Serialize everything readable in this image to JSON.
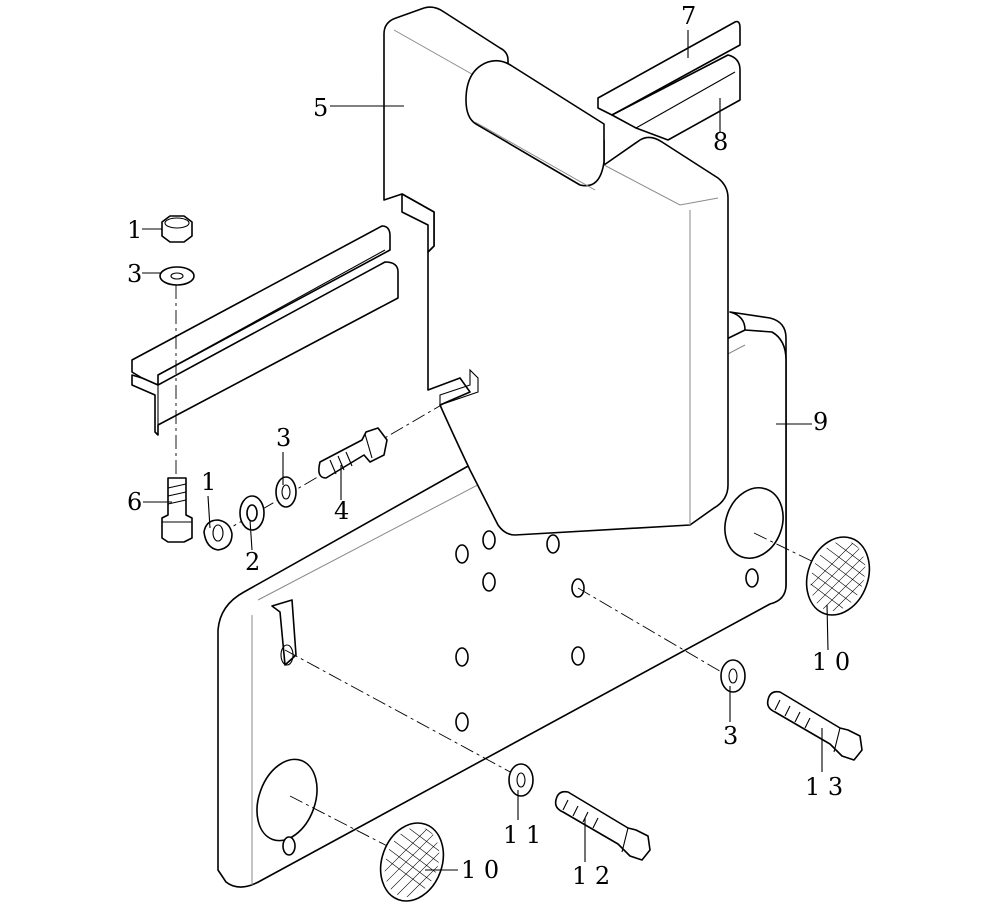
{
  "diagram": {
    "callouts": [
      {
        "id": "c1a",
        "label": "1"
      },
      {
        "id": "c3a",
        "label": "3"
      },
      {
        "id": "c5",
        "label": "5"
      },
      {
        "id": "c7",
        "label": "7"
      },
      {
        "id": "c8",
        "label": "8"
      },
      {
        "id": "c9",
        "label": "9"
      },
      {
        "id": "c6",
        "label": "6"
      },
      {
        "id": "c1b",
        "label": "1"
      },
      {
        "id": "c2",
        "label": "2"
      },
      {
        "id": "c3b",
        "label": "3"
      },
      {
        "id": "c4",
        "label": "4"
      },
      {
        "id": "c10a",
        "label": "1 0"
      },
      {
        "id": "c3c",
        "label": "3"
      },
      {
        "id": "c13",
        "label": "1 3"
      },
      {
        "id": "c11",
        "label": "1 1"
      },
      {
        "id": "c12",
        "label": "1 2"
      },
      {
        "id": "c10b",
        "label": "1 0"
      }
    ]
  }
}
